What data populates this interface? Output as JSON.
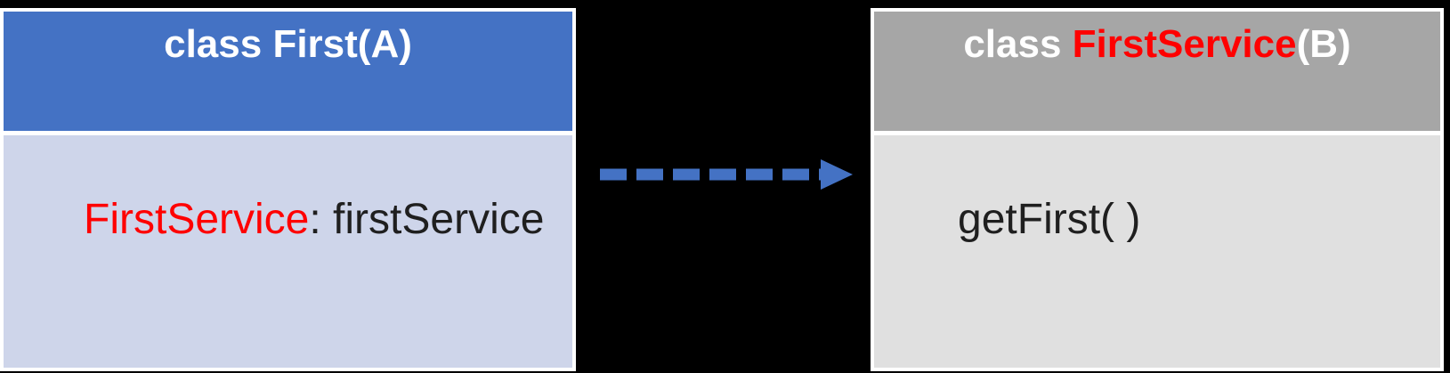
{
  "canvas": {
    "background": "#000000"
  },
  "left_class": {
    "header": {
      "bg": "#4472C4",
      "title": [
        {
          "text": "class First(A)",
          "color": "#FFFFFF"
        }
      ]
    },
    "body": {
      "bg": "#CED5EA",
      "line": [
        {
          "text": "FirstService",
          "color": "#FF0000"
        },
        {
          "text": ": firstService",
          "color": "#1F1F1F"
        }
      ]
    }
  },
  "right_class": {
    "header": {
      "bg": "#A6A6A6",
      "title": [
        {
          "text": "class ",
          "color": "#FFFFFF"
        },
        {
          "text": "FirstService",
          "color": "#FF0000"
        },
        {
          "text": "(B)",
          "color": "#FFFFFF"
        }
      ]
    },
    "body": {
      "bg": "#E0E0E0",
      "line": [
        {
          "text": "getFirst( )",
          "color": "#1F1F1F"
        }
      ]
    }
  },
  "arrow": {
    "type": "dashed-right-arrow",
    "color": "#4472C4"
  }
}
